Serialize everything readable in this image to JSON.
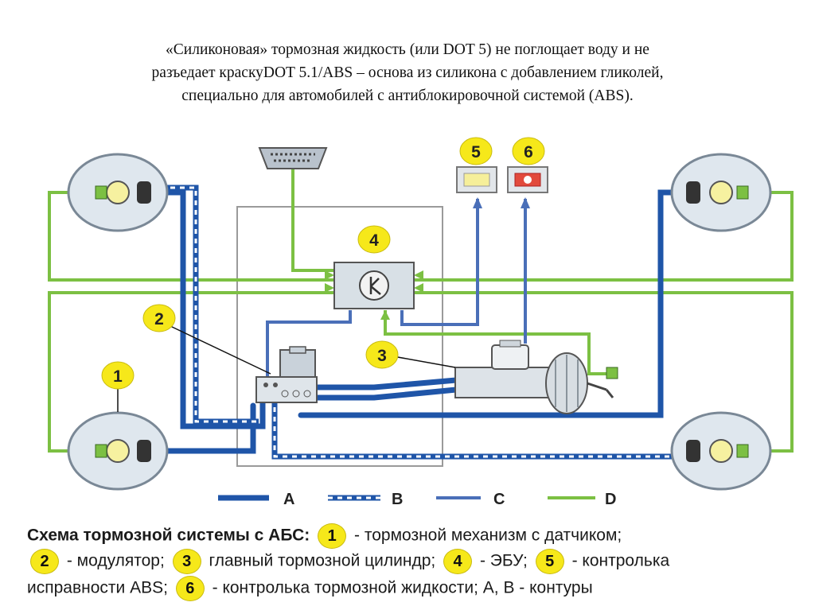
{
  "title_lines": [
    "«Силиконовая» тормозная жидкость (или DOT 5) не поглощает воду и не",
    "разъедает краскуDOT 5.1/ABS – основа из силикона с добавлением гликолей,",
    "специально для автомобилей с антиблокировочной системой (ABS)."
  ],
  "badges": {
    "b1": "1",
    "b2": "2",
    "b3": "3",
    "b4": "4",
    "b5": "5",
    "b6": "6"
  },
  "legend": {
    "a": "A",
    "b": "B",
    "c": "C",
    "d": "D"
  },
  "caption": {
    "heading": "Схема тормозной системы с АБС:",
    "t1": "- тормозной механизм с датчиком;",
    "t2": "- модулятор;",
    "t3": "главный тормозной цилиндр;",
    "t4": "- ЭБУ;",
    "t5": "- контролька",
    "t6": "исправности ABS;",
    "t7": "- контролька тормозной жидкости; А, В - контуры"
  },
  "colors": {
    "blue": "#1f55a8",
    "blue_light": "#4a6fb8",
    "green": "#7cc043",
    "badge": "#f6e81a",
    "frame": "#9a9a9a"
  }
}
